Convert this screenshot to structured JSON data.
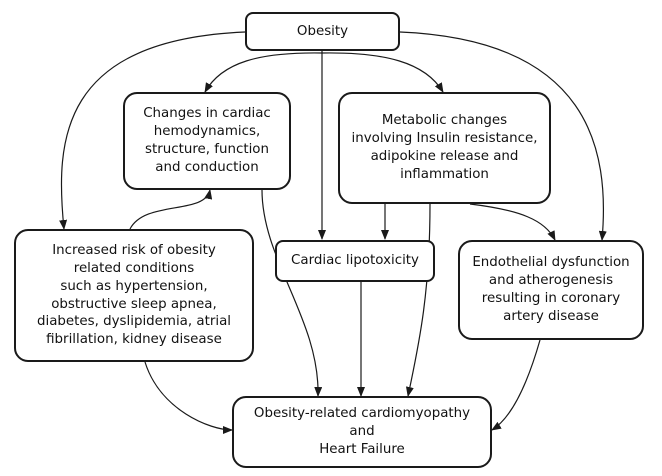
{
  "nodes": {
    "obesity": "Obesity",
    "hemodynamics": "Changes in cardiac\nhemodynamics,\nstructure, function\nand conduction",
    "metabolic": "Metabolic changes\ninvolving Insulin resistance,\nadipokine release and\ninflammation",
    "conditions": "Increased risk of obesity\nrelated conditions\nsuch as hypertension,\nobstructive sleep apnea,\ndiabetes, dyslipidemia, atrial\nfibrillation, kidney disease",
    "lipotoxicity": "Cardiac lipotoxicity",
    "endothelial": "Endothelial dysfunction\nand atherogenesis\nresulting in coronary\nartery disease",
    "outcome": "Obesity-related cardiomyopathy\nand\nHeart Failure"
  },
  "colors": {
    "stroke": "#1a1a1a",
    "background": "#ffffff"
  }
}
